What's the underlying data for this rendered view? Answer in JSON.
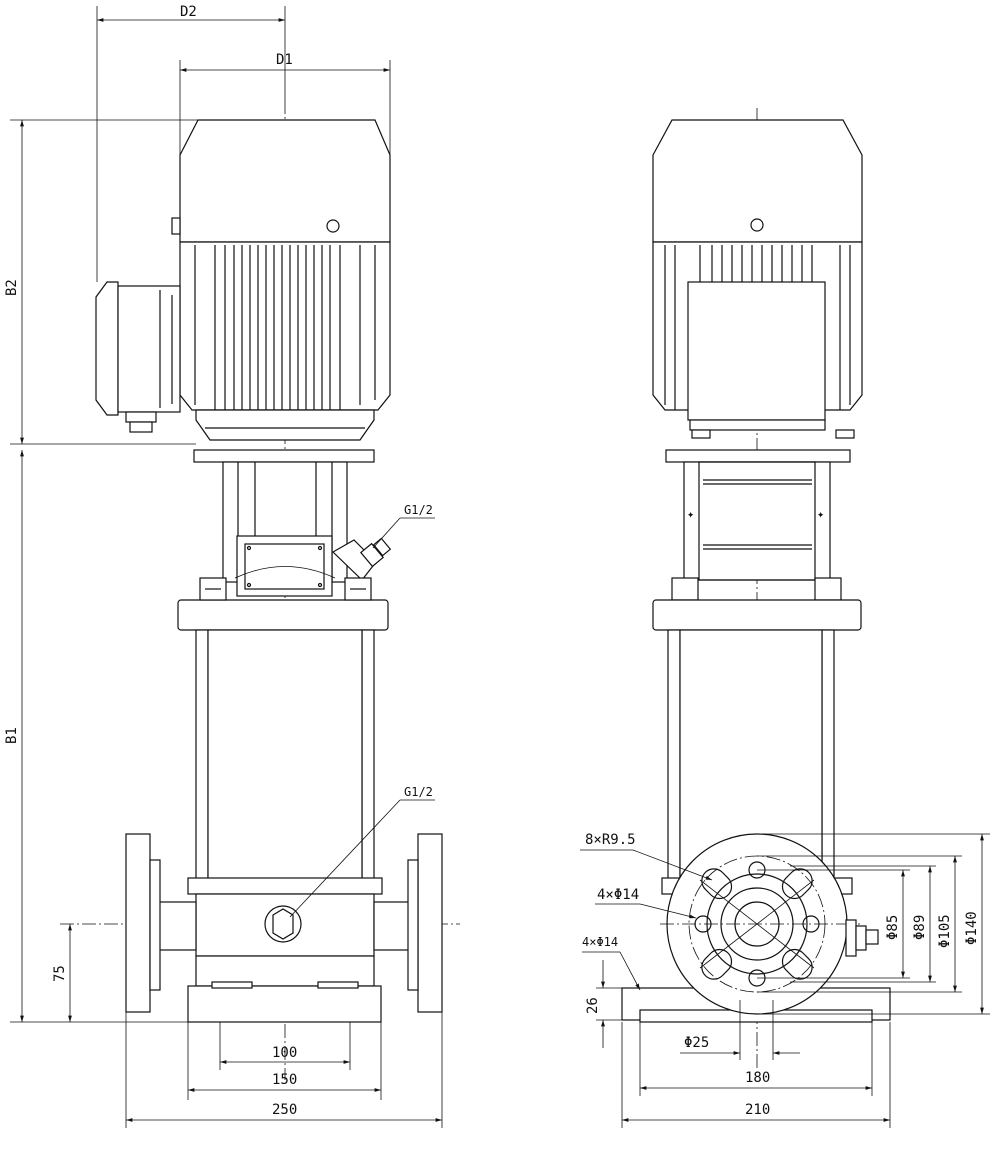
{
  "labels": {
    "D2": "D2",
    "D1": "D1",
    "B2": "B2",
    "B1": "B1",
    "g_top": "G1/2",
    "g_bottom": "G1/2",
    "d75": "75",
    "d100": "100",
    "d150": "150",
    "d250": "250",
    "r_slots": "8×R9.5",
    "holes_flange": "4×Φ14",
    "holes_base": "4×Φ14",
    "d26": "26",
    "d_phi25": "Φ25",
    "d180": "180",
    "d210": "210",
    "d_phi85": "Φ85",
    "d_phi89": "Φ89",
    "d_phi105": "Φ105",
    "d_phi140": "Φ140"
  }
}
